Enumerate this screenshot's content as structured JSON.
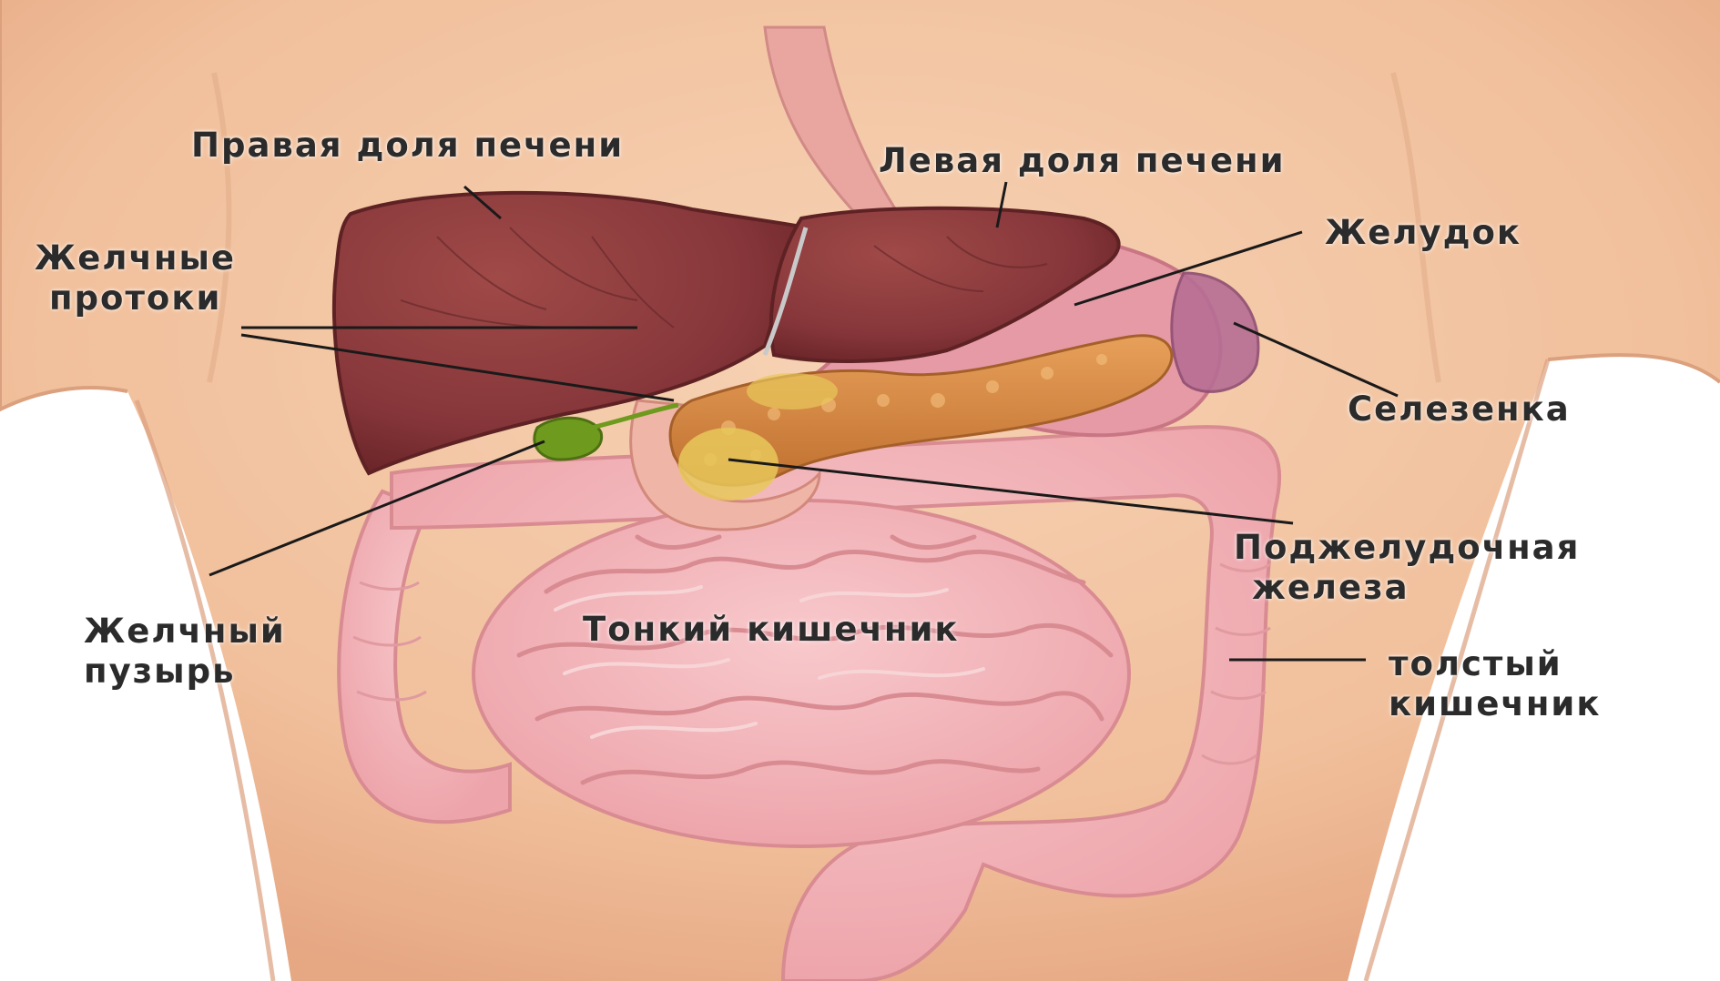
{
  "labels": {
    "right_lobe": "Правая доля печени",
    "left_lobe": "Левая доля печени",
    "bile_ducts": [
      "Желчные",
      "протоки"
    ],
    "stomach": "Желудок",
    "spleen": "Селезенка",
    "pancreas": [
      "Поджелудочная",
      "железа"
    ],
    "gallbladder": [
      "Желчный",
      "пузырь"
    ],
    "small_intestine": "Тонкий кишечник",
    "large_intestine": [
      "толстый",
      "кишечник"
    ]
  },
  "colors": {
    "skin": "#f4c9a6",
    "skin_shadow": "#e8a985",
    "liver": "#8e3a3a",
    "liver_dark": "#6e2a2c",
    "stomach": "#d9889a",
    "pancreas": "#d98a44",
    "gallbladder": "#6e9a1e",
    "intestine": "#f2b3b6",
    "intestine_edge": "#d98b92",
    "leader": "#1a1a1a"
  }
}
